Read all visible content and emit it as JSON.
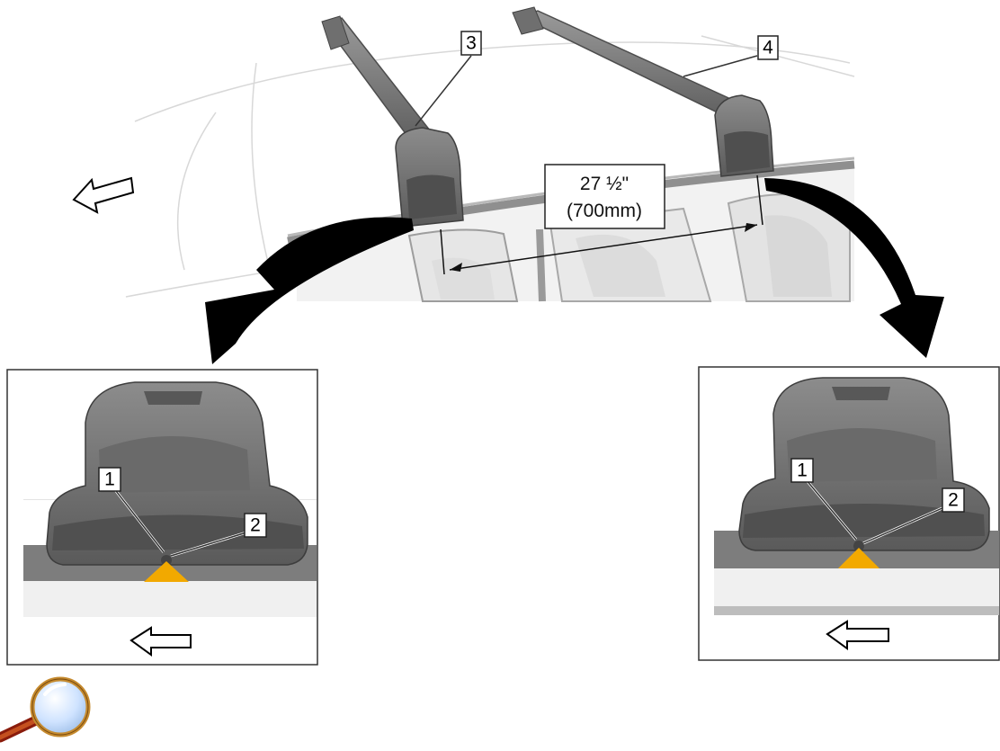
{
  "main_view": {
    "callouts": [
      "3",
      "4"
    ],
    "dimension": {
      "imperial": "27 ½\"",
      "metric": "(700mm)"
    }
  },
  "left_detail": {
    "callouts": [
      "1",
      "2"
    ]
  },
  "right_detail": {
    "callouts": [
      "1",
      "2"
    ]
  },
  "icons": {
    "direction": "forward-arrow-icon",
    "zoom": "magnifier-icon"
  },
  "colors": {
    "marker": "#f2a900",
    "bar": "#7a7a7a",
    "foot": "#6a6a6a",
    "roof": "#8a8a8a"
  }
}
